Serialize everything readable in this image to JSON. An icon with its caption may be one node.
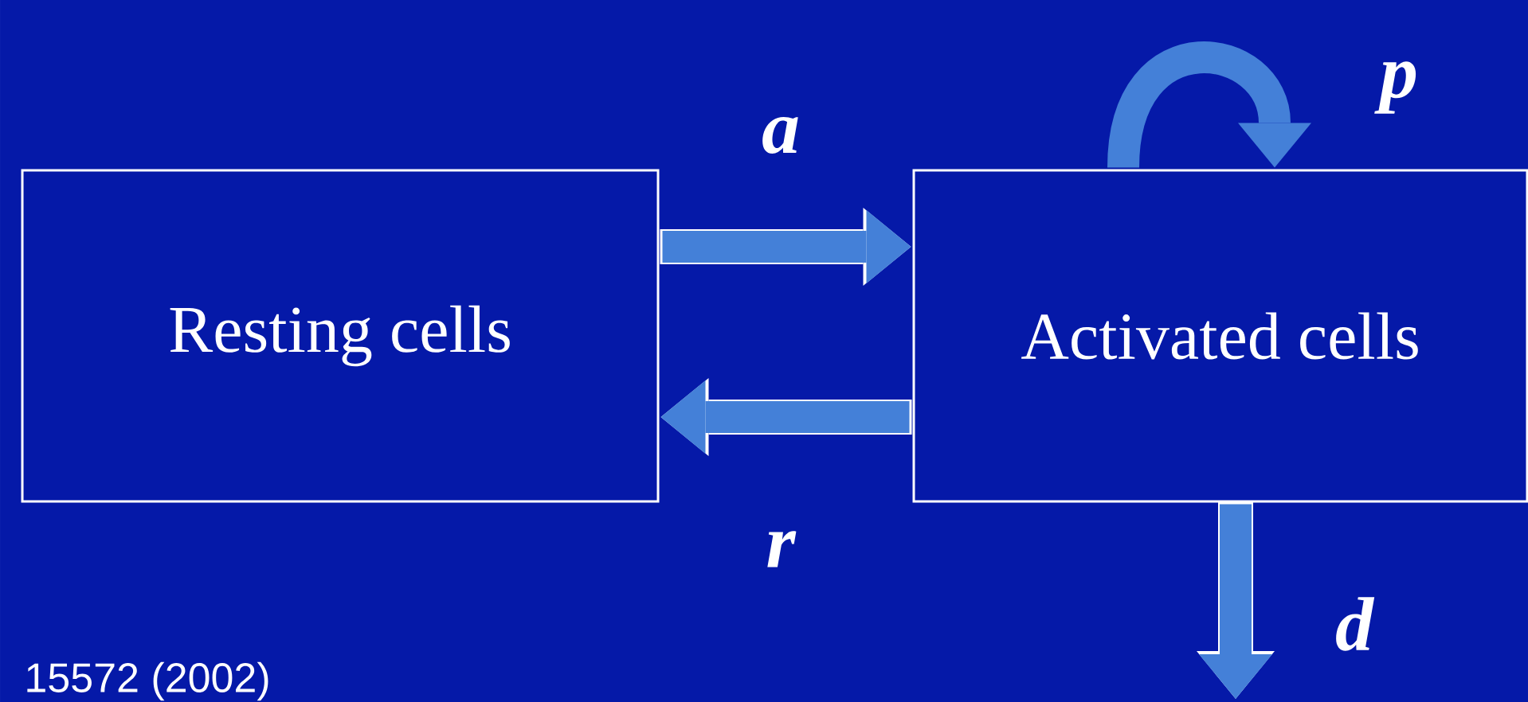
{
  "diagram": {
    "nodes": [
      {
        "text": [
          "Resting cells"
        ]
      },
      {
        "text": [
          "Activated cells"
        ]
      }
    ],
    "edges": [
      {
        "from": 0,
        "to": 1,
        "arrow": "to",
        "label": "a"
      },
      {
        "from": 1,
        "to": 0,
        "arrow": "to",
        "label": "r"
      },
      {
        "from": 1,
        "to": 1,
        "arrow": "to",
        "label": "p"
      },
      {
        "from": 1,
        "to": null,
        "arrow": "to",
        "label": "d"
      }
    ],
    "labels": [
      "15572 (2002)"
    ]
  }
}
